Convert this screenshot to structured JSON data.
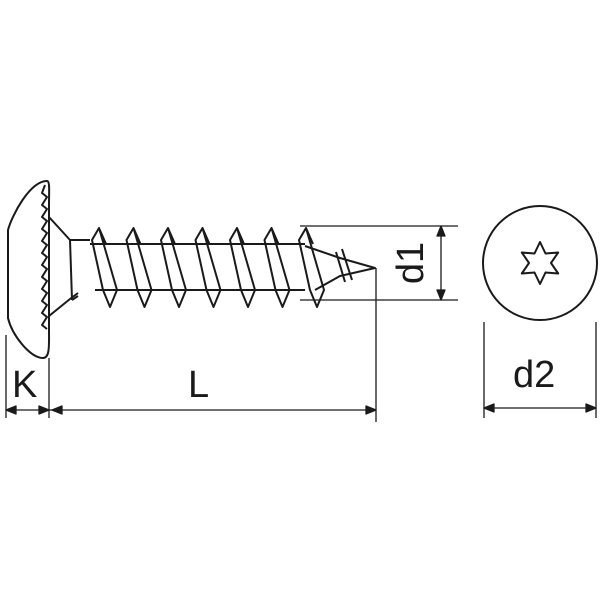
{
  "labels": {
    "k": "K",
    "l": "L",
    "d1": "d1",
    "d2": "d2"
  },
  "colors": {
    "line": "#1a1a1a",
    "background": "#ffffff"
  }
}
